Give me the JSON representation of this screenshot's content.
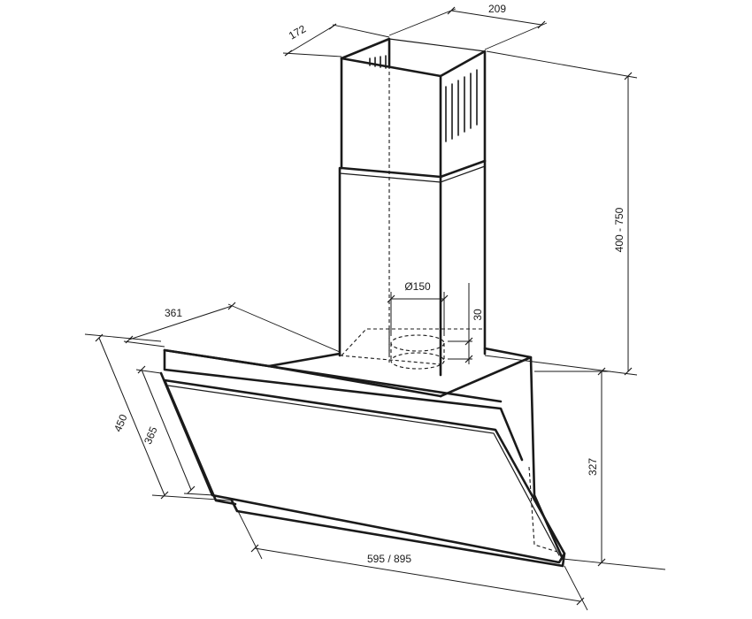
{
  "dimensions": {
    "chimney_depth": "172",
    "chimney_width": "209",
    "chimney_height": "400 - 750",
    "body_depth_top": "361",
    "outlet_diameter": "Ø150",
    "outlet_offset": "30",
    "hood_height": "327",
    "panel_depth": "450",
    "glass_depth": "365",
    "hood_width": "595 / 895"
  }
}
